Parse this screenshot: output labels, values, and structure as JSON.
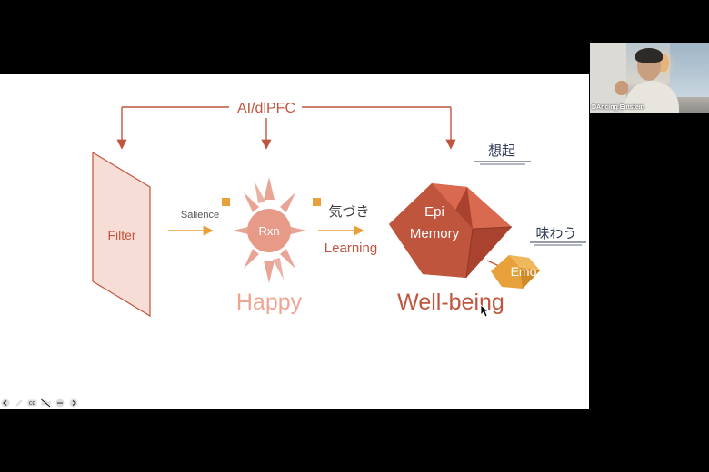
{
  "slide": {
    "top_label": "AI/dlPFC",
    "filter_label": "Filter",
    "salience_label": "Salience",
    "rxn_label": "Rxn",
    "happy_label": "Happy",
    "kizuki_label": "気づき",
    "learning_label": "Learning",
    "epi_label": "Epi",
    "memory_label": "Memory",
    "emo_label": "Emo",
    "wellbeing_label": "Well-being",
    "souki_label": "想起",
    "ajiwau_label": "味わう"
  },
  "participant": {
    "name": "DAncing Einstein"
  },
  "toolbar": {
    "icons": [
      "previous-icon",
      "pen-icon",
      "captions-icon",
      "video-off-icon",
      "more-icon",
      "next-icon"
    ]
  },
  "colors": {
    "primary": "#c0553e",
    "light": "#f0b3a2",
    "accent": "#e8a13a",
    "text_dark": "#3a3a3a"
  }
}
